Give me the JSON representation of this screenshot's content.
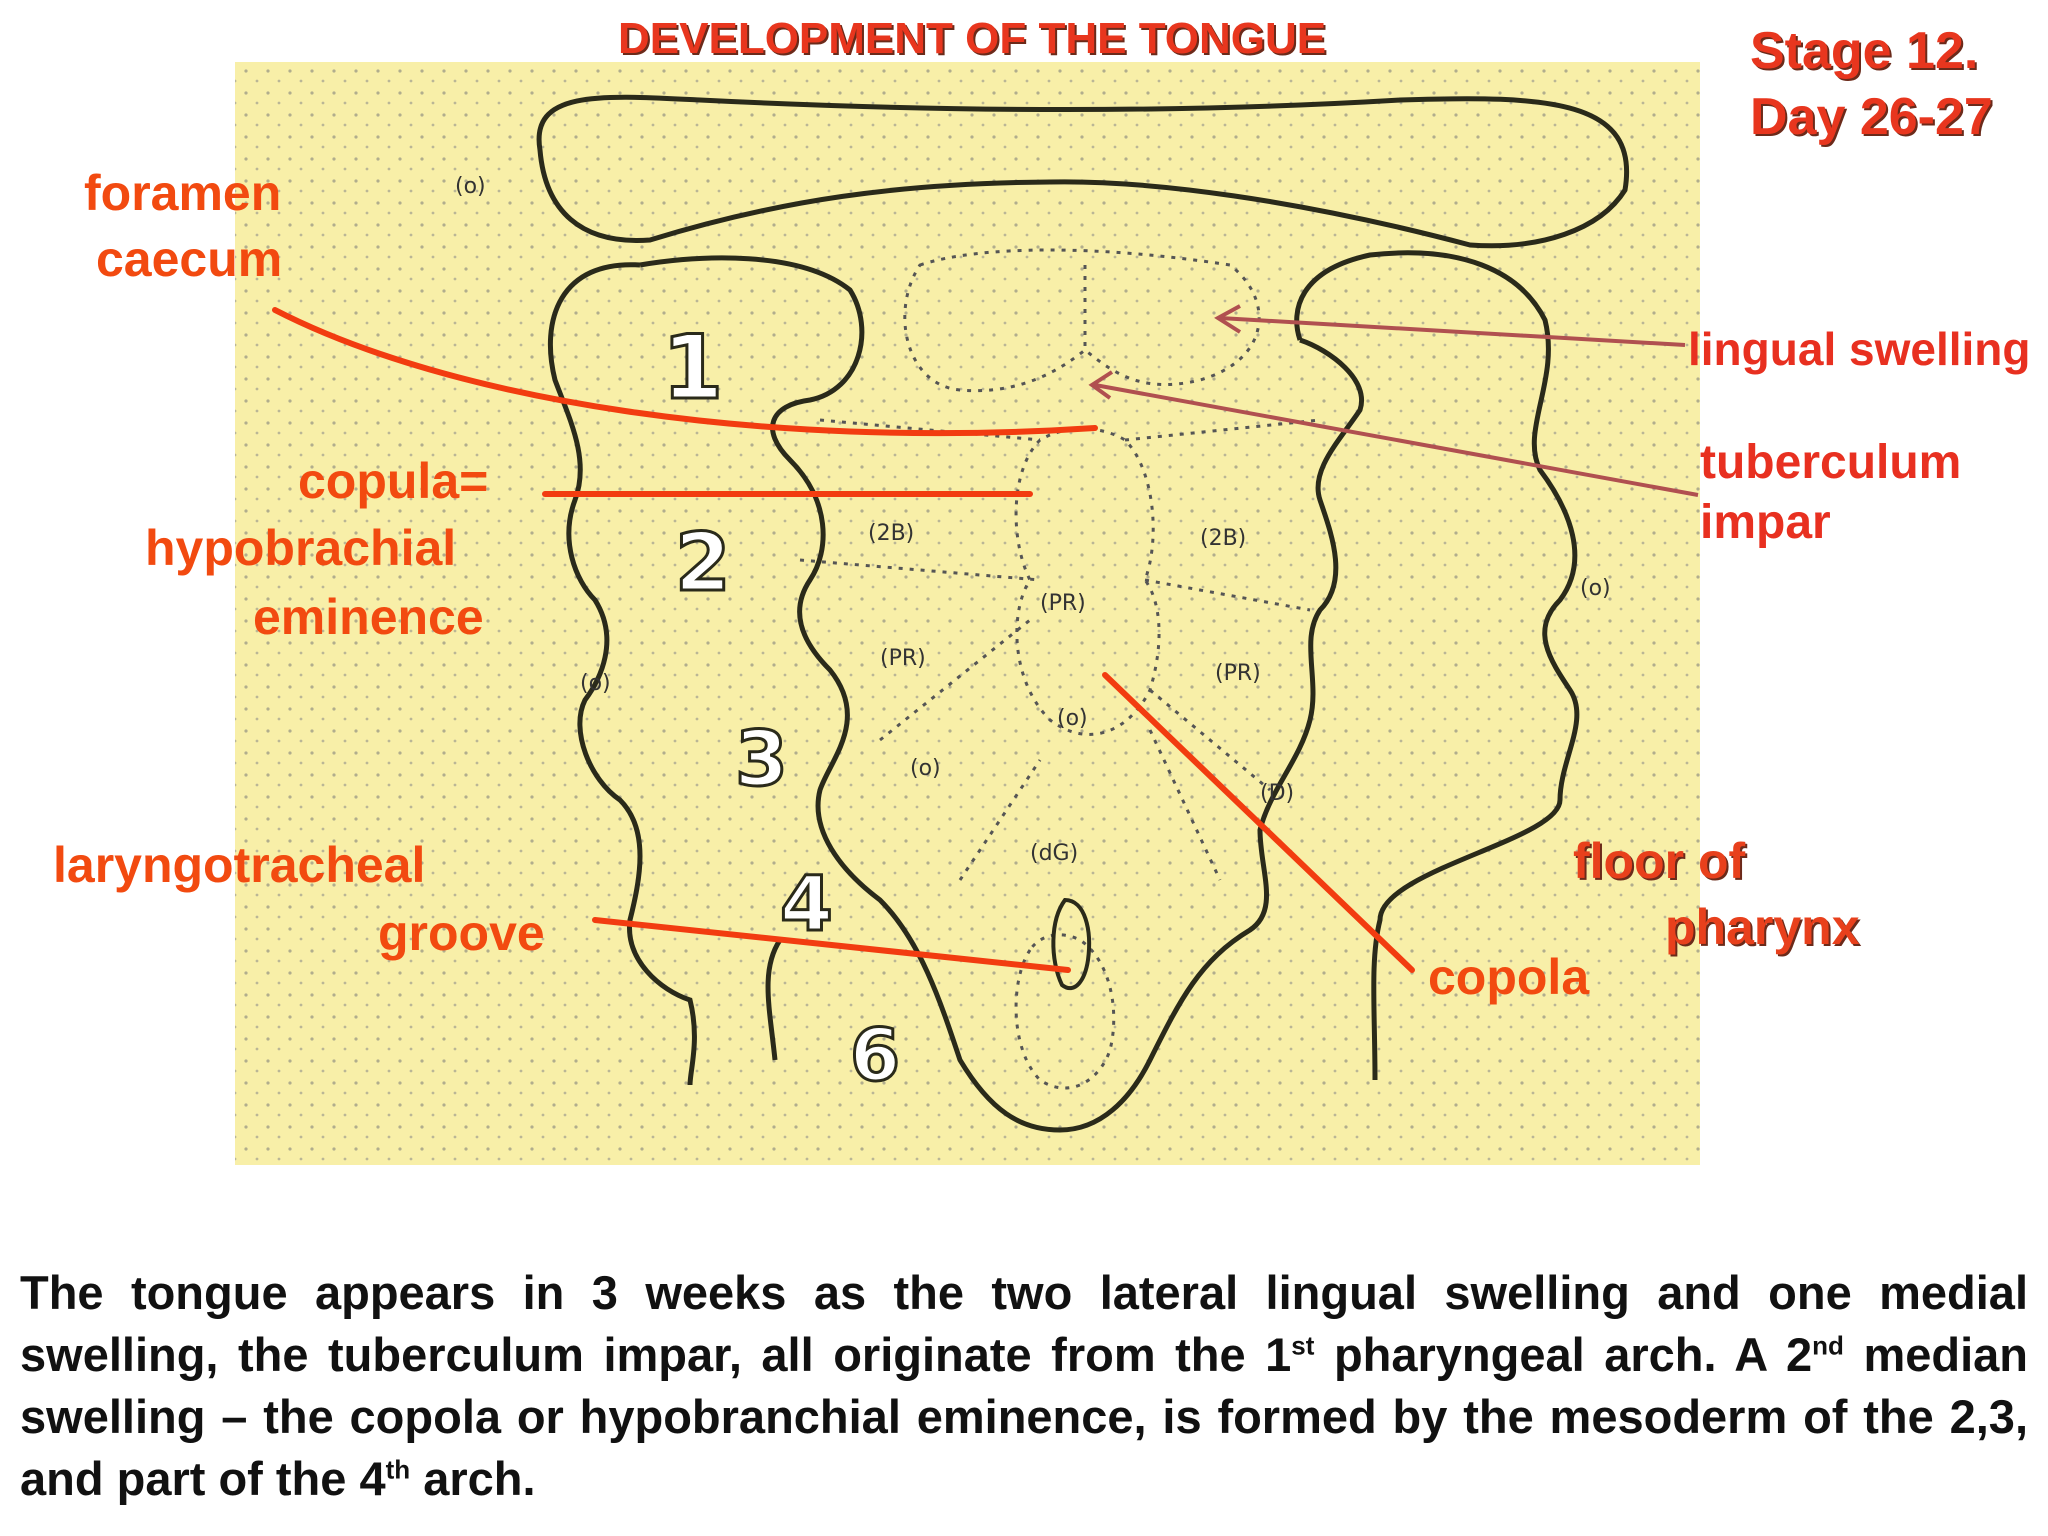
{
  "title": "DEVELOPMENT OF THE TONGUE",
  "stage": {
    "line1": "Stage 12.",
    "line2": "Day 26-27"
  },
  "labels": {
    "foramen_caecum": [
      "foramen",
      "caecum"
    ],
    "copula": [
      "copula=",
      "hypobrachial",
      "eminence"
    ],
    "laryngotracheal": [
      "laryngotracheal",
      "groove"
    ],
    "lingual_swelling": "lingual swelling",
    "tuberculum": [
      "tuberculum",
      "impar"
    ],
    "floor": [
      "floor of",
      "pharynx"
    ],
    "copola": "copola"
  },
  "arch_numbers": [
    "1",
    "2",
    "3",
    "4",
    "6"
  ],
  "small_marks": [
    "(o)",
    "(2B)",
    "(2B)",
    "(PR)",
    "(PR)",
    "(PR)",
    "(o)",
    "(o)",
    "(o)",
    "(o)",
    "(D)",
    "(dG)"
  ],
  "paragraph": {
    "p1": "The tongue appears in 3 weeks as the two lateral lingual swelling and one medial swelling, the tuberculum impar, all originate from the 1",
    "sup1": "st",
    "p2": " pharyngeal arch.   A 2",
    "sup2": "nd",
    "p3": " median swelling – the copola or hypobranchial eminence, is formed by the mesoderm of the 2,3, and part of the 4",
    "sup3": "th",
    "p4": " arch."
  },
  "colors": {
    "label": "#f24a10",
    "panel": "#f8efa8",
    "pointer": "#b05050",
    "outline": "#2a2a1a"
  }
}
